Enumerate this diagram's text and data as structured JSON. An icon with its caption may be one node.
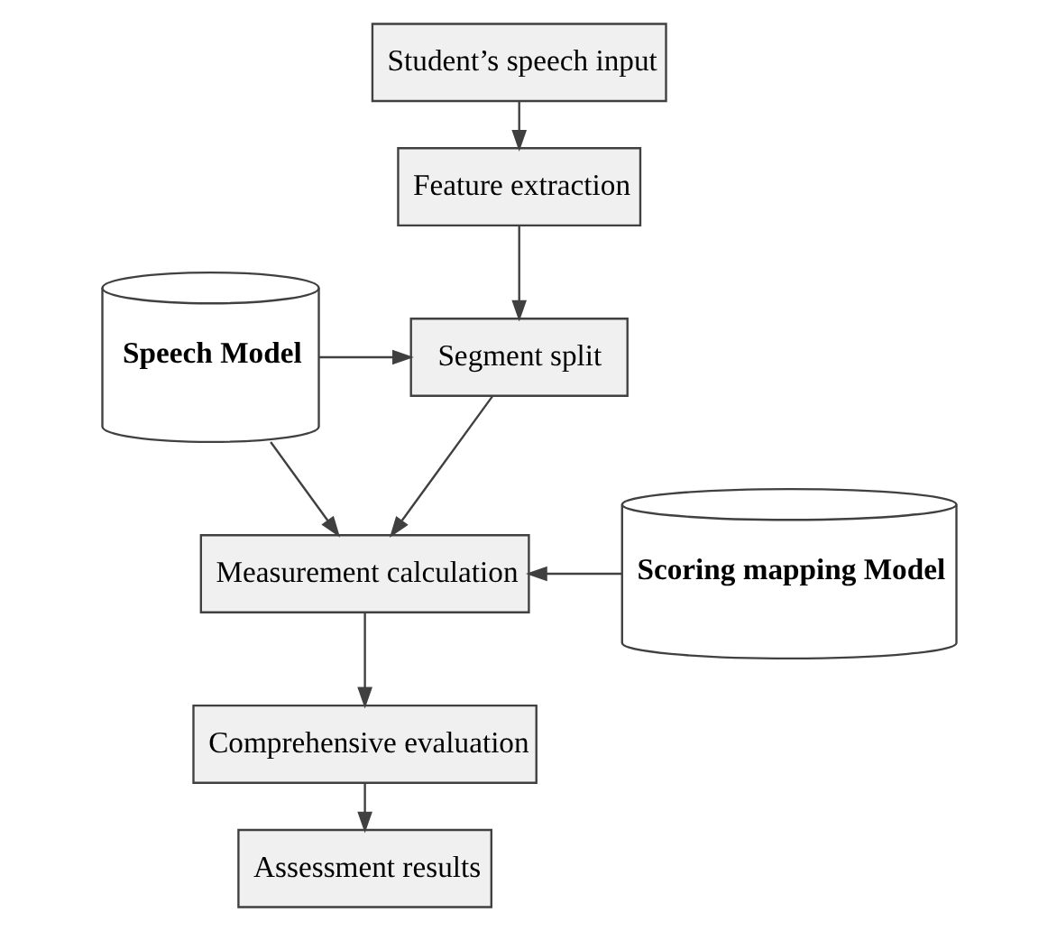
{
  "diagram": {
    "nodes": [
      {
        "text": [
          "Student’s speech input"
        ]
      },
      {
        "text": [
          "Feature extraction"
        ]
      },
      {
        "text": [
          "Segment split"
        ]
      },
      {
        "text": [
          "Measurement calculation"
        ]
      },
      {
        "text": [
          "Comprehensive evaluation"
        ]
      },
      {
        "text": [
          "Assessment results"
        ]
      },
      {
        "text": [
          "Speech Model"
        ]
      },
      {
        "text": [
          "Scoring mapping Model"
        ]
      }
    ],
    "edges": [
      {
        "from": 0,
        "to": 1,
        "arrow": "to"
      },
      {
        "from": 1,
        "to": 2,
        "arrow": "to"
      },
      {
        "from": 2,
        "to": 3,
        "arrow": "to"
      },
      {
        "from": 3,
        "to": 4,
        "arrow": "to"
      },
      {
        "from": 4,
        "to": 5,
        "arrow": "to"
      },
      {
        "from": 6,
        "to": 2,
        "arrow": "to"
      },
      {
        "from": 6,
        "to": 3,
        "arrow": "to"
      },
      {
        "from": 7,
        "to": 3,
        "arrow": "to"
      }
    ]
  }
}
